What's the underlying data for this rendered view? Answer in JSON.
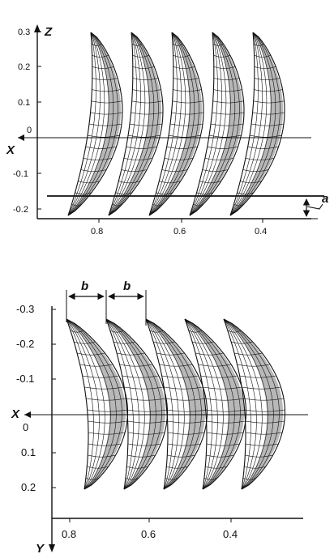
{
  "top_panel": {
    "axis_z_label": "Z",
    "axis_x_label": "X",
    "y_ticks": [
      "0.3",
      "0.2",
      "0.1",
      "0",
      "-0.1",
      "-0.2"
    ],
    "x_ticks": [
      "0.8",
      "0.6",
      "0.4"
    ],
    "dimension_label": "a"
  },
  "bottom_panel": {
    "axis_x_label": "X",
    "axis_y_label": "Y",
    "y_ticks": [
      "-0.3",
      "-0.2",
      "-0.1",
      "0",
      "0.1",
      "0.2"
    ],
    "x_ticks": [
      "0.8",
      "0.6",
      "0.4"
    ],
    "dimension_labels": [
      "b",
      "b"
    ]
  },
  "style": {
    "line_color": "#111111",
    "shade_color": "#b8b8b8",
    "background": "#ffffff"
  }
}
